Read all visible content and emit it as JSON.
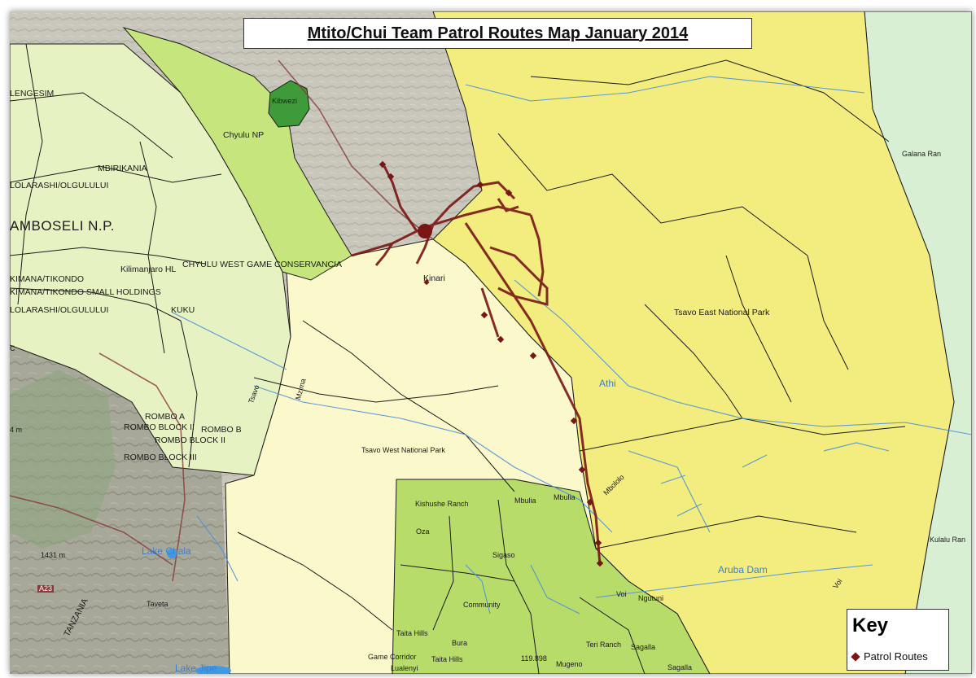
{
  "title": "Mtito/Chui Team Patrol Routes Map January 2014",
  "legend": {
    "title": "Key",
    "items": [
      {
        "label": "Patrol Routes",
        "color": "#7a1515",
        "symbol": "diamond-icon"
      }
    ]
  },
  "colors": {
    "tsavo_east": "#f2ed7e",
    "tsavo_west": "#fbf8cc",
    "chyulu_np": "#c6e67d",
    "kibwezi": "#3f9a3a",
    "taita_ranches": "#b8dc6a",
    "western_ranches": "#e7f2c2",
    "galana_ranch": "#d8efd4",
    "hillshade": "#c9c7bb",
    "rivers": "#4a90d9",
    "patrol_routes": "#7a1515"
  },
  "labels": {
    "lengesim": "LENGESIM",
    "chyulu_np": "Chyulu NP",
    "kibwezi": "Kibwezi",
    "mbirikania": "MBIRIKANIA",
    "olgulului_top": "LOLARASHI/OLGULULUI",
    "amboseli": "AMBOSELI N.P.",
    "kimana_1": "KIMANA/TIKONDO",
    "kimana_2": "KIMANA/TIKONDO SMALL HOLDINGS",
    "kilimanjaro_hl": "Kilimanjaro HL",
    "chyulu_west": "CHYULU WEST GAME CONSERVANCIA",
    "olgulului_bottom": "LOLARASHI/OLGULULUI",
    "kuku": "KUKU",
    "kinari": "Kinari",
    "tsavo_east": "Tsavo East National Park",
    "galana_ran": "Galana Ran",
    "kulalu_ran": "Kulalu Ran",
    "tsavo_west": "Tsavo West National Park",
    "rombo_a": "ROMBO A",
    "rombo_block_ii_1": "ROMBO BLOCK II",
    "rombo_b": "ROMBO B",
    "rombo_block_ii_2": "ROMBO BLOCK II",
    "rombo_block_iii": "ROMBO BLOCK III",
    "kishushe": "Kishushe Ranch",
    "mbulia_1": "Mbulia",
    "mbulia_2": "Mbulia",
    "oza": "Oza",
    "sigaso": "Sigaso",
    "community": "Community",
    "voi_town": "Voi",
    "ngutuni": "Ngutuni",
    "taita_hills_1": "Taita Hills",
    "taita_hills_2": "Taita Hills",
    "bura": "Bura",
    "game_corridor": "Game Corridor",
    "lualenyi": "Lualenyi",
    "teri_ranch": "Teri Ranch",
    "sagalla_1": "Sagalla",
    "sagalla_2": "Sagalla",
    "mugeno": "Mugeno",
    "elevation_1": "119.898",
    "elevation_2": "1431 m",
    "elevation_3": "4 m",
    "taveta": "Taveta",
    "tanzania": "TANZANIA",
    "lake_chala": "Lake Chala",
    "lake_jipe": "Lake Jipe",
    "athi": "Athi",
    "aruba_dam": "Aruba Dam",
    "mbololo": "Mbololo",
    "voi_river": "Voi",
    "tsavo_river": "Tsavo",
    "mzima": "Mzima",
    "road_a23": "A23",
    "road_c": "C"
  }
}
